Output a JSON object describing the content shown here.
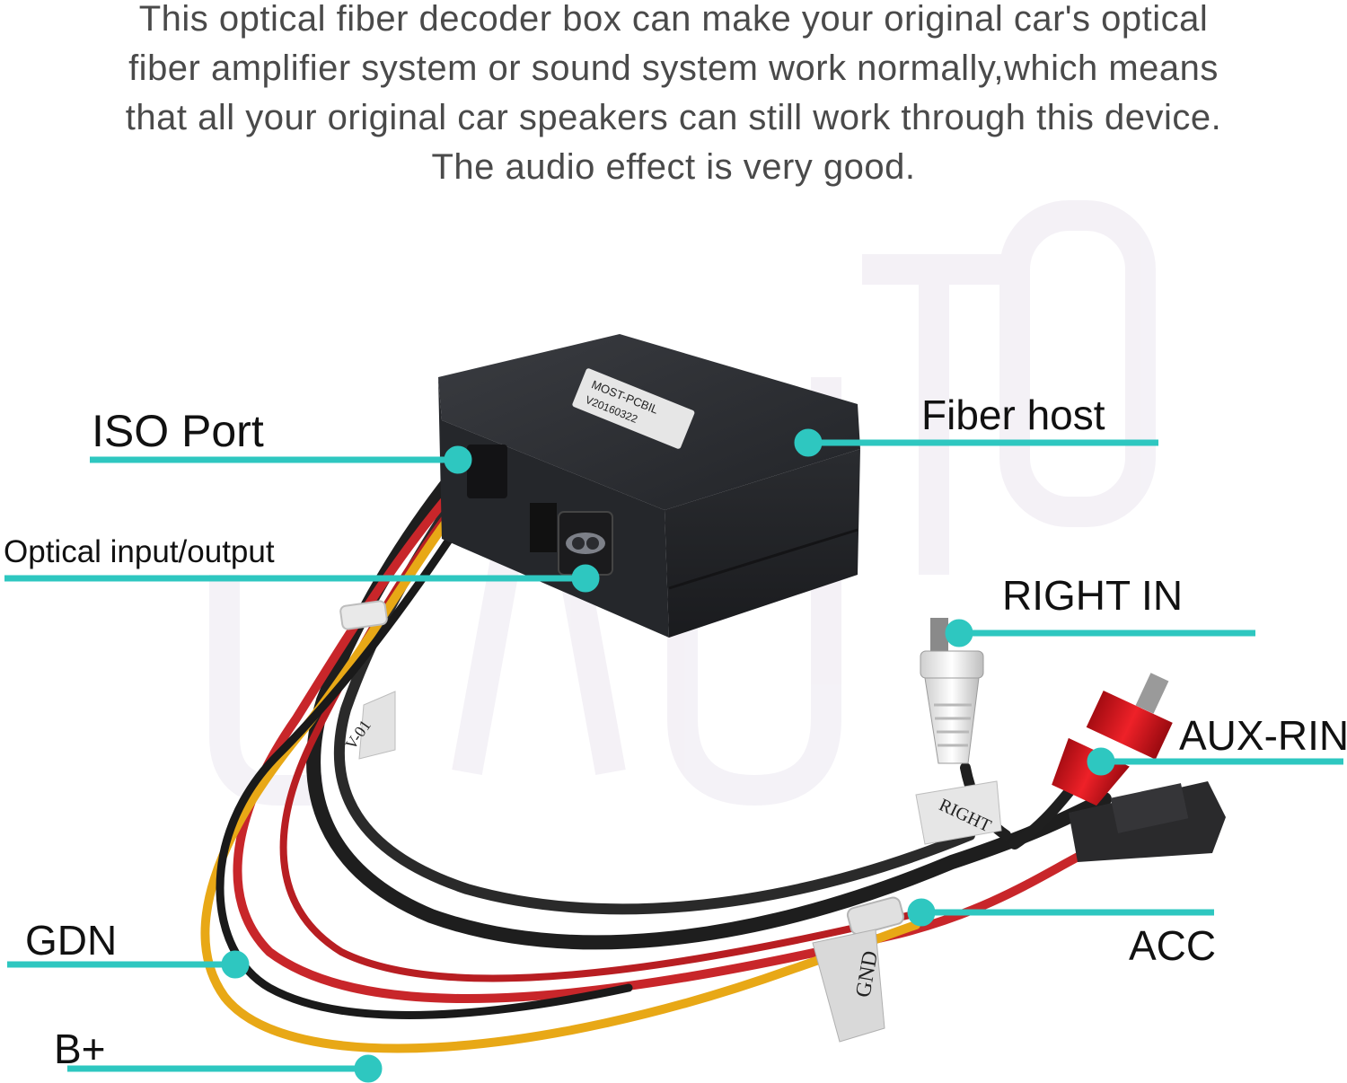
{
  "description_lines": [
    "This optical fiber decoder box can make your original car's optical",
    "fiber amplifier system or sound system work normally,which means",
    "that all your original car speakers can still work through this device.",
    "The audio effect is very good."
  ],
  "device_label": {
    "line1": "MOST-PCBIL",
    "line2": "V20160322"
  },
  "wire_tags": {
    "right": "RIGHT",
    "gnd": "GND",
    "v01": "V-01"
  },
  "callouts": {
    "iso_port": "ISO Port",
    "fiber_host": "Fiber host",
    "optical_io": "Optical input/output",
    "right_in": "RIGHT IN",
    "aux_rin": "AUX-RIN",
    "gdn": "GDN",
    "acc": "ACC",
    "b_plus": "B+"
  },
  "colors": {
    "leader": "#2ec7c0",
    "box": "#2b2d31",
    "wire_red": "#c8262a",
    "wire_yellow": "#e8a816",
    "wire_black": "#1e1e1e",
    "rca_red": "#d3161d",
    "rca_white": "#f3f3f3"
  }
}
